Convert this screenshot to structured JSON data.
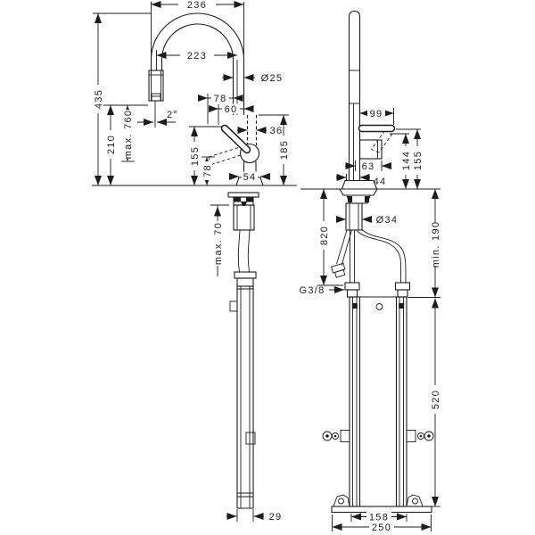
{
  "drawing": {
    "ink": "#1c1c1c",
    "background": "#ffffff"
  },
  "front": {
    "spout_width": "236",
    "spout_reach": "223",
    "spout_diameter": "Ø25",
    "outlet_offset_outer": "78",
    "outlet_offset_inner": "60",
    "spray_angle": "2°",
    "sprayhead_diameter": "36",
    "handle_tip_height": "155",
    "handle_down_height": "78",
    "pivot_height": "185",
    "base_width": "54",
    "total_height": "435",
    "outlet_height": "210",
    "max_pullout_length": "max. 760",
    "max_counter_thickness": "max. 70",
    "guide_rod_width": "29"
  },
  "side": {
    "handle_reach": "99",
    "body_depth": "63",
    "base_depth": "44",
    "handle_height_inner": "144",
    "handle_height_outer": "155",
    "shank_diameter": "Ø34",
    "hose_length": "820",
    "min_clearance": "min. 190",
    "connection_thread": "G3/8",
    "box_height": "520",
    "box_width_inner": "158",
    "box_width_outer": "250"
  }
}
